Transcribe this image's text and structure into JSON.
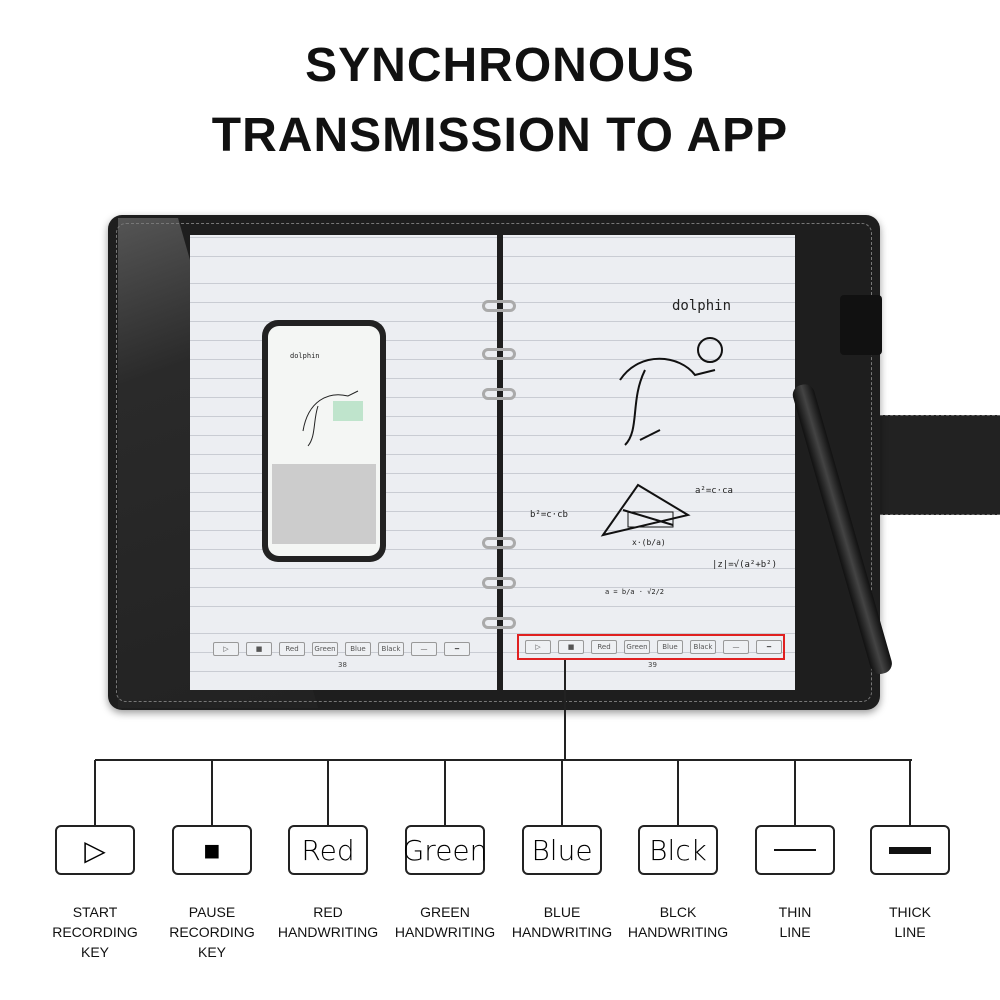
{
  "title": {
    "line1": "SYNCHRONOUS",
    "line2": "TRANSMISSION TO APP"
  },
  "notebook": {
    "left_page": {
      "page_number": "38",
      "toolbar": [
        "▷",
        "■",
        "Red",
        "Green",
        "Blue",
        "Black",
        "—",
        "━"
      ]
    },
    "right_page": {
      "page_number": "39",
      "toolbar": [
        "▷",
        "■",
        "Red",
        "Green",
        "Blue",
        "Black",
        "—",
        "━"
      ],
      "handwriting": {
        "word": "dolphin",
        "formula1": "a²=c·ca",
        "formula2": "|z|=√(a²+b²)",
        "formula3": "x·(b/a)",
        "formula4": "b²=c·cb",
        "formula5": "a = b/a · √2/2"
      }
    },
    "phone": {
      "app_word": "dolphin"
    }
  },
  "highlight_color": "#e02020",
  "keys": [
    {
      "icon": "play-icon",
      "glyph": "▷",
      "label": "START\nRECORDING\nKEY"
    },
    {
      "icon": "stop-icon",
      "glyph": "■",
      "label": "PAUSE\nRECORDING\nKEY"
    },
    {
      "glyph": "Red",
      "label": "RED\nHANDWRITING"
    },
    {
      "glyph": "Green",
      "label": "GREEN\nHANDWRITING"
    },
    {
      "glyph": "Blue",
      "label": "BLUE\nHANDWRITING"
    },
    {
      "glyph": "Blck",
      "label": "BLCK\nHANDWRITING"
    },
    {
      "icon": "thin-line-icon",
      "glyph": "",
      "label": "THIN\nLINE"
    },
    {
      "icon": "thick-line-icon",
      "glyph": "",
      "label": "THICK\nLINE"
    }
  ]
}
